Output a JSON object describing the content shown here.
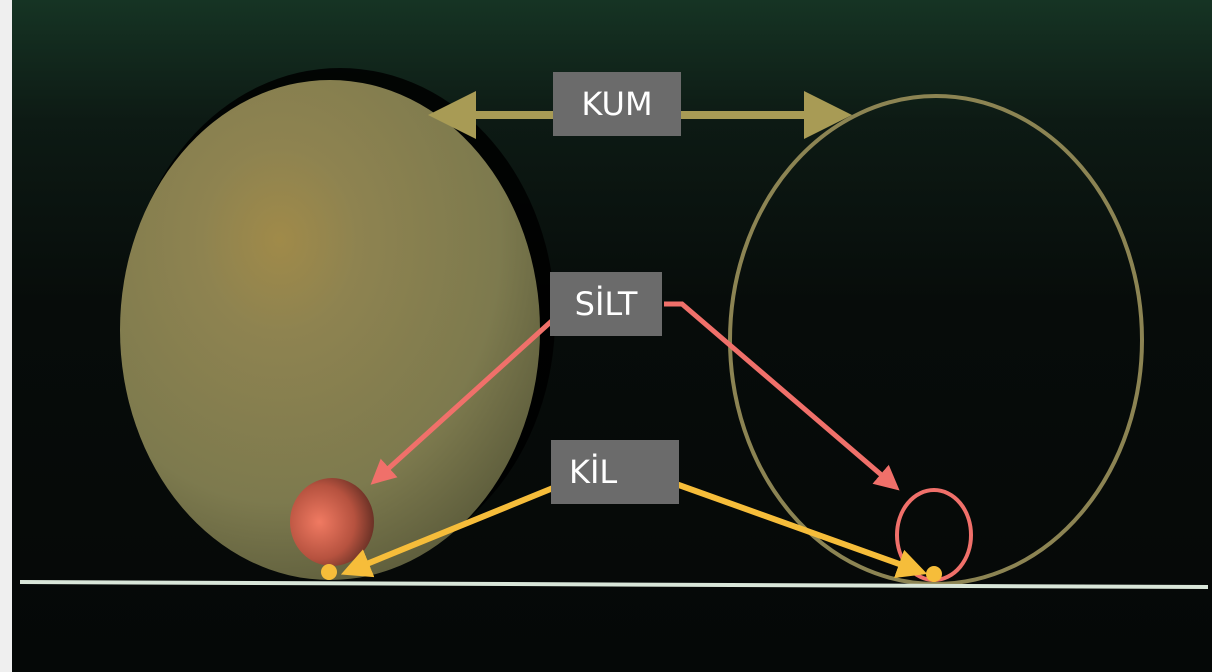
{
  "labels": {
    "sand": "KUM",
    "silt": "SİLT",
    "clay": "KİL"
  },
  "colors": {
    "sand_fill": "#8a8150",
    "sand_outline": "#8c8453",
    "silt": "#f0706a",
    "clay": "#f6bd3a",
    "ground_line": "#d9e6d9"
  }
}
